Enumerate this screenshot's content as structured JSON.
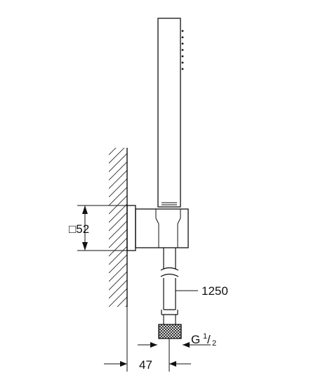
{
  "drawing": {
    "wall_bracket_size_label": "□52",
    "hose_length_label": "1250",
    "thread_label_prefix": "G",
    "thread_fraction_numerator": "1",
    "thread_fraction_denominator": "2",
    "projection_label": "47"
  },
  "colors": {
    "line": "#111111",
    "background": "#ffffff"
  }
}
